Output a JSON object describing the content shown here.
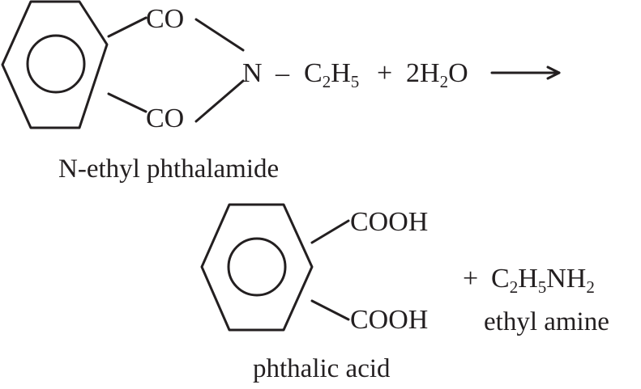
{
  "reactant": {
    "carbonyl_top": "CO",
    "carbonyl_bottom": "CO",
    "nitrogen": "N",
    "dash": "–",
    "ethyl": {
      "c": "C",
      "c_sub": "2",
      "h": "H",
      "h_sub": "5"
    },
    "name": "N-ethyl phthalamide"
  },
  "water": {
    "plus": "+",
    "coef": "2",
    "h": "H",
    "h_sub": "2",
    "o": "O"
  },
  "arrow": "⟶",
  "product1": {
    "group_top": "COOH",
    "group_bottom": "COOH",
    "name": "phthalic acid"
  },
  "product2": {
    "plus": "+",
    "formula": {
      "c": "C",
      "c_sub": "2",
      "h": "H",
      "h_sub": "5",
      "nh": "NH",
      "nh_sub": "2"
    },
    "name": "ethyl amine"
  }
}
